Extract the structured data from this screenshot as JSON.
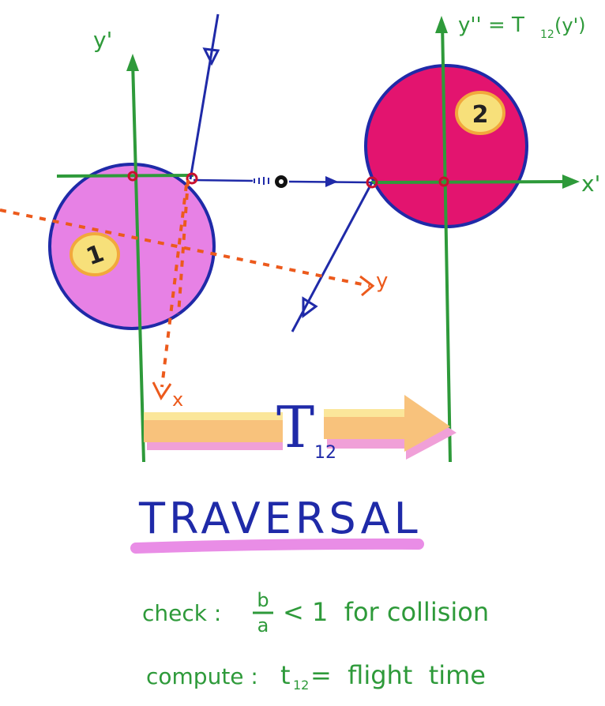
{
  "labels": {
    "y_prime": "y'",
    "y_double_prime": "y'' = T",
    "y_double_prime_sub": "12",
    "y_double_prime_arg": "(y')",
    "x_prime": "x'",
    "x": "x",
    "y": "y",
    "disk1": "1",
    "disk2": "2",
    "T": "T",
    "T_sub": "12"
  },
  "title": "TRAVERSAL",
  "notes": {
    "check_prefix": "check :",
    "frac_num": "b",
    "frac_den": "a",
    "check_suffix": "< 1  for collision",
    "compute_prefix": "compute :",
    "t": "t",
    "t_sub": "12",
    "compute_suffix": "=  flight  time"
  },
  "colors": {
    "green": "#2e9a3a",
    "blue": "#1f2aa8",
    "orange": "#ec5a1c",
    "disk1": "#e36be0",
    "disk2": "#e3146f",
    "wide_arrow": "#f8c27c",
    "underline": "#e98de6"
  }
}
